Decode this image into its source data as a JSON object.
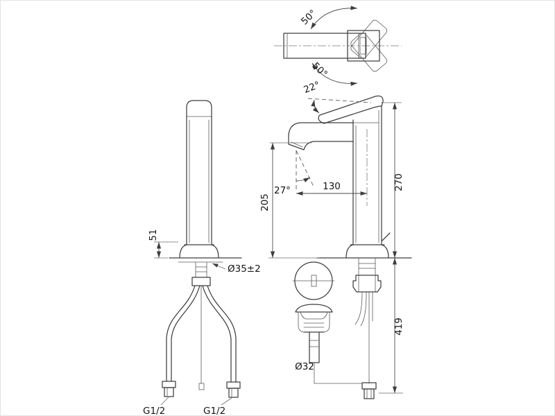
{
  "canvas": {
    "background": "#ffffff",
    "line_color": "#3d3d3d"
  },
  "drawing": {
    "subject": "single-hole basin mixer faucet with pop-up drain - dimensional drawing",
    "views": {
      "top": {
        "rotation_up": "50°",
        "rotation_down": "50°"
      },
      "side": {
        "handle_angle": "22°",
        "spray_angle": "27°",
        "spout_reach": "130",
        "spout_height": "205",
        "overall_height": "270",
        "under_counter_depth": "419",
        "drain_diameter": "Ø32"
      },
      "front": {
        "base_height": "51",
        "hole_diameter": "Ø35±2",
        "left_inlet_thread": "G1/2",
        "right_inlet_thread": "G1/2"
      }
    }
  }
}
